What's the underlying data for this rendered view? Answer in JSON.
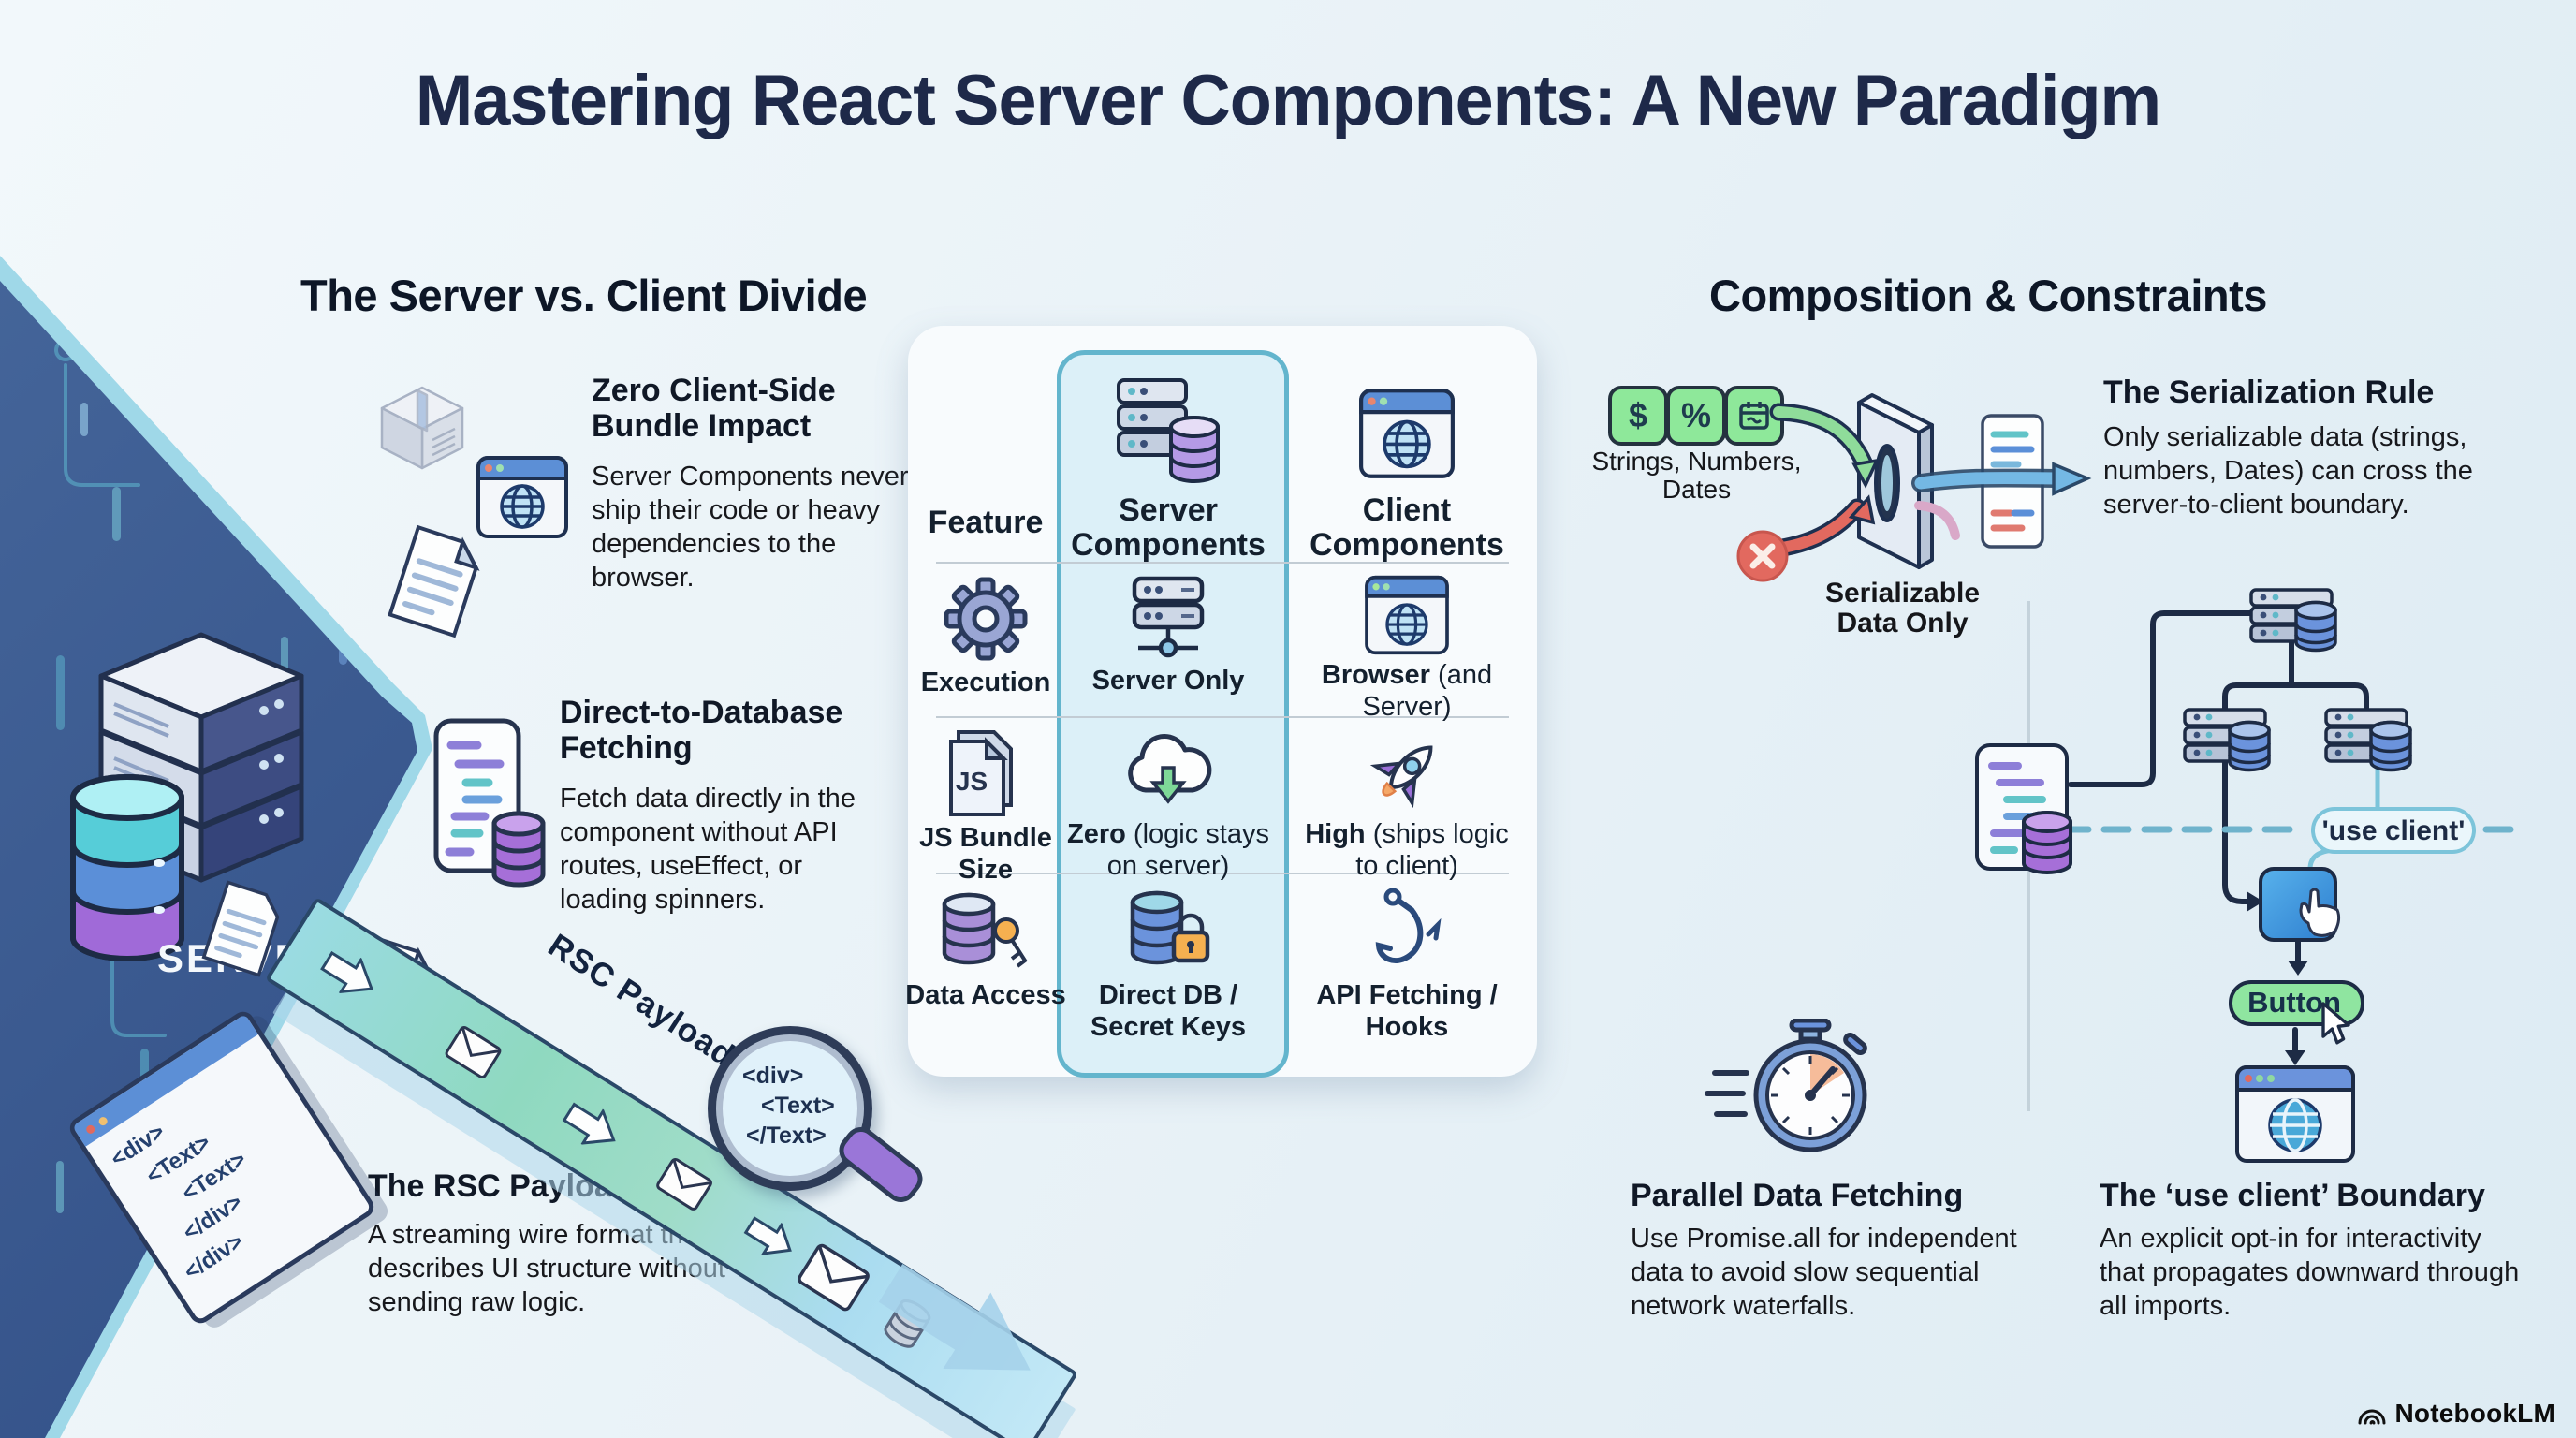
{
  "title": "Mastering React Server Components: A New Paradigm",
  "sections": {
    "divide": {
      "heading": "The Server vs. Client Divide",
      "features": [
        {
          "title": "Zero Client-Side Bundle Impact",
          "body": "Server Components never ship their code or heavy dependencies to the browser."
        },
        {
          "title": "Direct-to-Database Fetching",
          "body": "Fetch data directly in the component without API routes, useEffect, or loading spinners."
        },
        {
          "title": "The RSC Payload",
          "body": "A streaming wire format that describes UI structure without sending raw logic."
        }
      ],
      "server_label": "SERVER",
      "stream_label": "RSC Payload",
      "magnifier_lines": [
        "<div>",
        "<Text>",
        "</Text>"
      ],
      "window_code_lines": [
        "<div>",
        "<Text>",
        "<Text>",
        "</div>",
        "</div>"
      ]
    },
    "table": {
      "headers": [
        "Feature",
        "Server Components",
        "Client Components"
      ],
      "js_icon_label": "JS",
      "rows": [
        {
          "feature": "Execution",
          "server_bold": "Server Only",
          "server_rest": "",
          "client_bold": "Browser",
          "client_rest": "(and Server)"
        },
        {
          "feature": "JS Bundle Size",
          "server_bold": "Zero",
          "server_rest": "(logic stays on server)",
          "client_bold": "High",
          "client_rest": "(ships logic to client)"
        },
        {
          "feature": "Data Access",
          "server_bold": "Direct DB / Secret Keys",
          "server_rest": "",
          "client_bold": "API Fetching / Hooks",
          "client_rest": ""
        }
      ]
    },
    "composition": {
      "heading": "Composition & Constraints",
      "serialization": {
        "title": "The Serialization Rule",
        "body": "Only serializable data (strings, numbers, Dates) can cross the server-to-client boundary.",
        "badge_dollar": "$",
        "badge_percent": "%",
        "input_label": "Strings, Numbers, Dates",
        "gate_label": "Serializable Data Only"
      },
      "tree": {
        "use_client_label": "'use client'",
        "button_label": "Button"
      },
      "parallel": {
        "title": "Parallel Data Fetching",
        "body": "Use Promise.all for independent data to avoid slow sequential network waterfalls."
      },
      "boundary": {
        "title": "The ‘use client’ Boundary",
        "body": "An explicit opt-in for interactivity that propagates downward through all imports."
      }
    }
  },
  "watermark": "NotebookLM"
}
